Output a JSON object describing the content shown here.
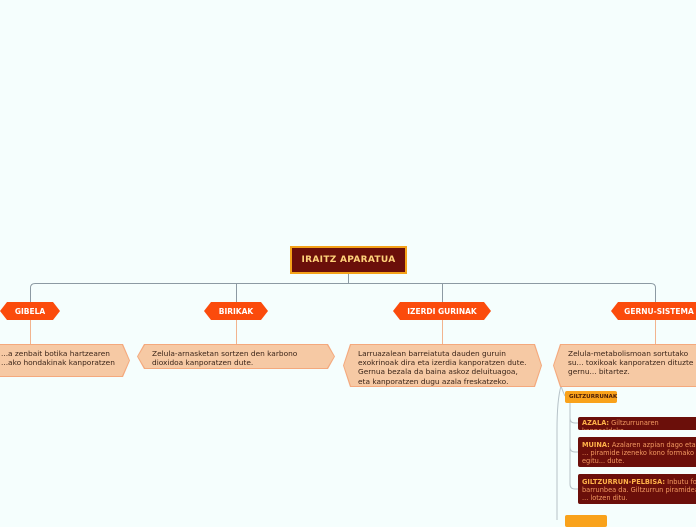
{
  "root": {
    "label": "IRAITZ APARATUA"
  },
  "topics": [
    {
      "label": "GIBELA",
      "desc": "...a zenbait botika hartzearen ...ako hondakinak kanporatzen"
    },
    {
      "label": "BIRIKAK",
      "desc": "Zelula-arnasketan sortzen den karbono dioxidoa kanporatzen dute."
    },
    {
      "label": "IZERDI GURINAK",
      "desc": "Larruazalean barreiatuta dauden guruin exokrinoak dira eta izerdia kanporatzen dute. Gernua bezala da baina askoz deluituagoa, eta kanporatzen dugu azala freskatzeko."
    },
    {
      "label": "GERNU-SISTEMA",
      "desc": "Zelula-metabolismoan sortutako su... toxikoak kanporatzen dituzte gernu... bitartez."
    }
  ],
  "subtopic": {
    "label": "GILTZURRUNAK"
  },
  "details": [
    {
      "title": "AZALA:",
      "text": "Giltzurrunaren kanpoaldeko..."
    },
    {
      "title": "MUINA:",
      "text": "Azalaren azpian dago eta ... piramide izeneko kono formako egitu... dute."
    },
    {
      "title": "GILTZURRUN-PELBISA:",
      "text": "Inbutu fo... barrunbea da. Giltzurrun piramideak ... lotzen ditu."
    }
  ],
  "colors": {
    "root_bg": "#6b0f0a",
    "root_border": "#f4a21a",
    "topic_bg": "#fb4b0c",
    "desc_bg": "#f6c9a4",
    "tag_bg": "#f9a21b",
    "canvas_bg": "#f5fefd"
  }
}
